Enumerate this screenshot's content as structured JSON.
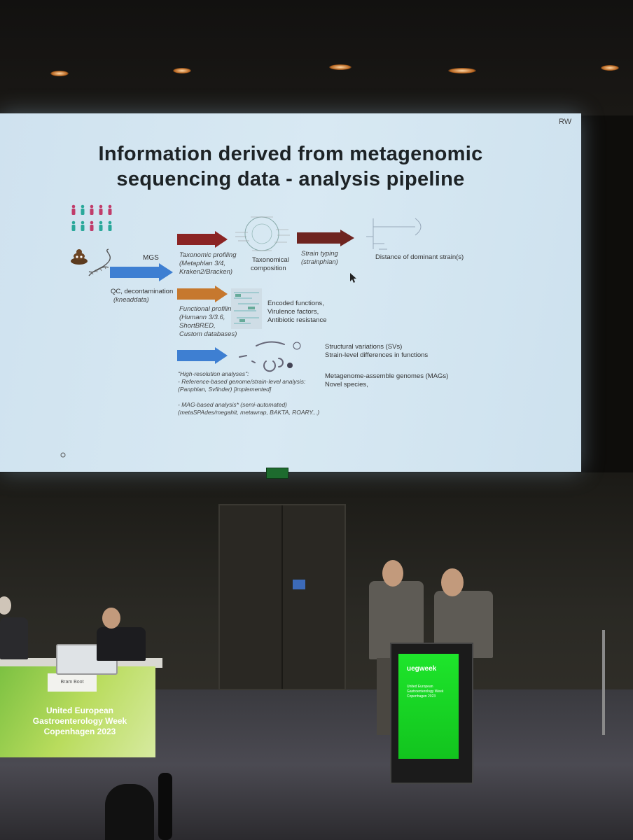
{
  "slide": {
    "title_line1": "Information derived from metagenomic",
    "title_line2": "sequencing data - analysis pipeline",
    "corner": "RW",
    "mgs": "MGS",
    "qc": "QC, decontamination",
    "qc_tool": "(kneaddata)",
    "tax_profiling": [
      "Taxonomic profiling",
      "(Metaphlan 3/4,",
      "Kraken2/Bracken)"
    ],
    "tax_comp": [
      "Taxonomical",
      "composition"
    ],
    "strain_typing": [
      "Strain typing",
      "(strainphlan)"
    ],
    "distance": "Distance of dominant strain(s)",
    "func_profiling": [
      "Functional profiling",
      "(Humann 3/3.6,",
      "ShortBRED,",
      "Custom databases)"
    ],
    "func_results": [
      "Encoded functions,",
      "Virulence factors,",
      "Antibiotic resistance"
    ],
    "hires": [
      "\"High-resolution analyses\":",
      "- Reference-based genome/strain-level analysis:",
      "(Panphlan, Svfinder) [implemented]",
      "",
      "- MAG-based analysis* (semi-automated)",
      "(metaSPAdes/megahit, metawrap, BAKTA, ROARY...)"
    ],
    "hires_results": [
      "Structural variations (SVs)",
      "Strain-level differences in functions",
      "",
      "Metagenome-assemble genomes (MAGs)",
      "Novel species,"
    ]
  },
  "stage": {
    "banner": [
      "United European",
      "Gastroenterology Week",
      "Copenhagen 2023"
    ],
    "lectern_logo": "uegweek",
    "lectern_text": [
      "United European",
      "Gastroenterology Week",
      "Copenhagen 2023"
    ],
    "nameplate": "Bram Boot"
  },
  "colors": {
    "arrow_red": "#8b2424",
    "arrow_blue": "#3e7fd2",
    "arrow_orange": "#c6782e",
    "arrow_dark_red": "#6e2420",
    "lectern_green": "#1ee52b"
  }
}
